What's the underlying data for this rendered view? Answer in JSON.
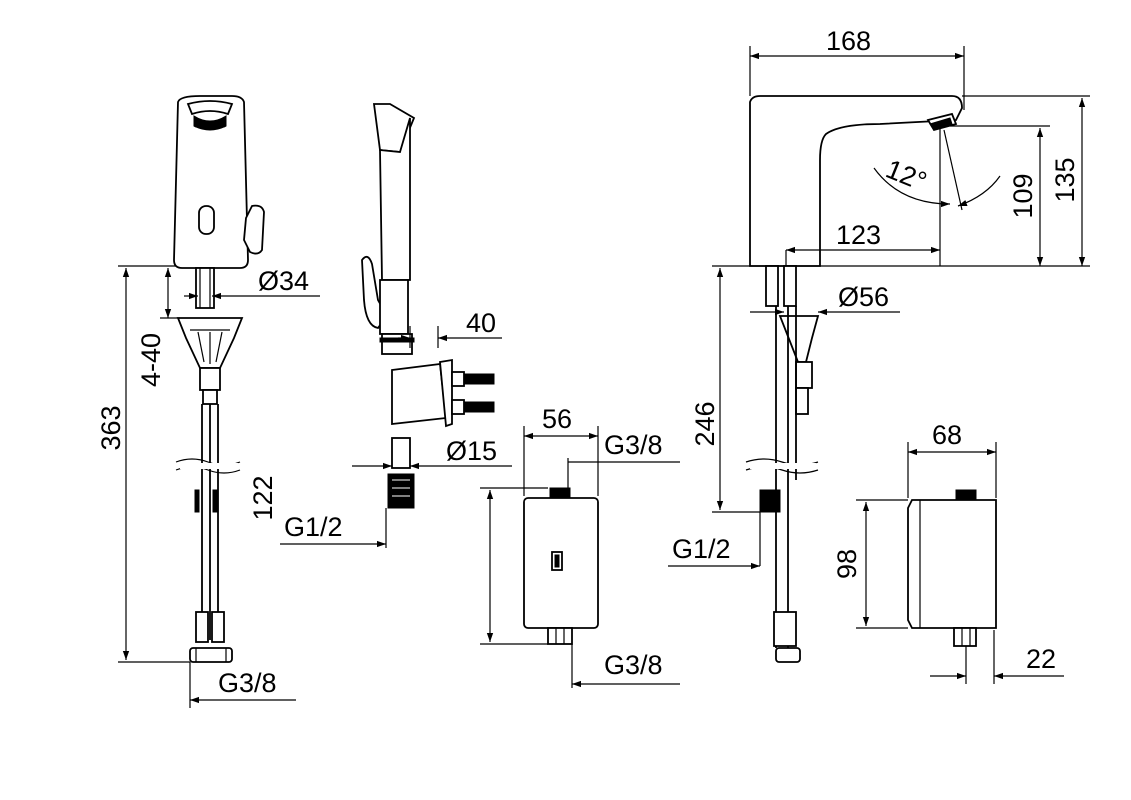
{
  "dimensions": {
    "faucet_front": {
      "diameter": "Ø34",
      "range": "4-40",
      "height": "363",
      "hose": "122",
      "thread": "G3/8"
    },
    "side_bracket": {
      "offset": "40",
      "diameter": "Ø15",
      "thread": "G1/2"
    },
    "control_box_small": {
      "width": "56",
      "thread_top": "G3/8",
      "thread_bottom": "G3/8"
    },
    "faucet_side": {
      "length": "168",
      "angle": "12°",
      "height_outlet": "109",
      "height_total": "135",
      "reach": "123",
      "diameter": "Ø56",
      "under_height": "246",
      "thread": "G1/2"
    },
    "control_box_large": {
      "width": "68",
      "height": "98",
      "depth": "22"
    }
  }
}
